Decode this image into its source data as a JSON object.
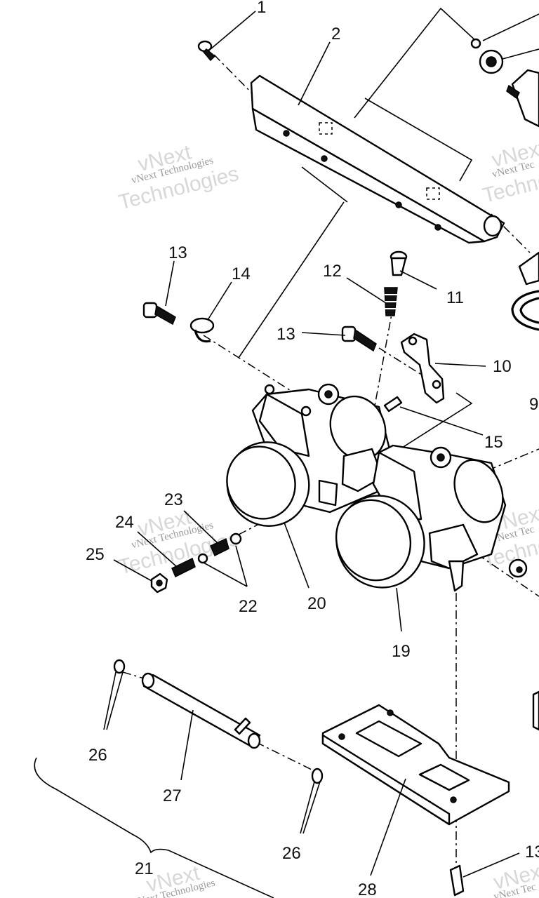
{
  "callouts": {
    "c1": "1",
    "c2": "2",
    "c9": "9",
    "c10": "10",
    "c11": "11",
    "c12": "12",
    "c13a": "13",
    "c13b": "13",
    "c13c": "13",
    "c14": "14",
    "c15": "15",
    "c19": "19",
    "c20": "20",
    "c21": "21",
    "c22": "22",
    "c23": "23",
    "c24": "24",
    "c25": "25",
    "c26a": "26",
    "c26b": "26",
    "c27": "27",
    "c28": "28"
  },
  "watermarks": {
    "w1_big": "vNext",
    "w1_small": "vNext Technologies",
    "w1_big2": "Technologies",
    "w2_big": "vNext",
    "w2_small": "vNext Tec",
    "w2_big2": "Technolo",
    "w3_big": "vNext",
    "w3_small": "vNext Technologies",
    "w3_big2": "Technologies",
    "w4_big": "vNext",
    "w4_small": "vNext Tec",
    "w4_big2": "Technolo",
    "w5_big": "vNext",
    "w5_small": "vNext Technologies",
    "w6_big": "vNext",
    "w6_small": "vNext Tec"
  }
}
